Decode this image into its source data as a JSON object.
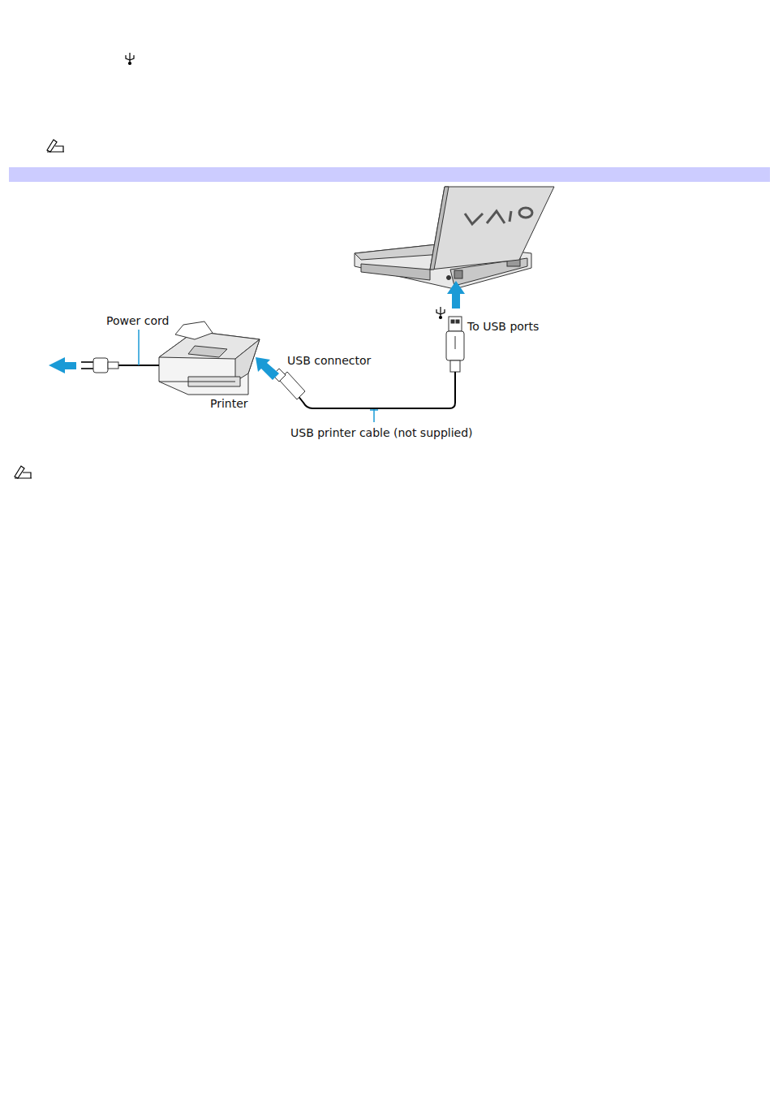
{
  "diagram": {
    "labels": [
      "Power cord",
      "To USB ports",
      "USB connector",
      "Printer",
      "USB printer cable (not supplied)"
    ]
  }
}
